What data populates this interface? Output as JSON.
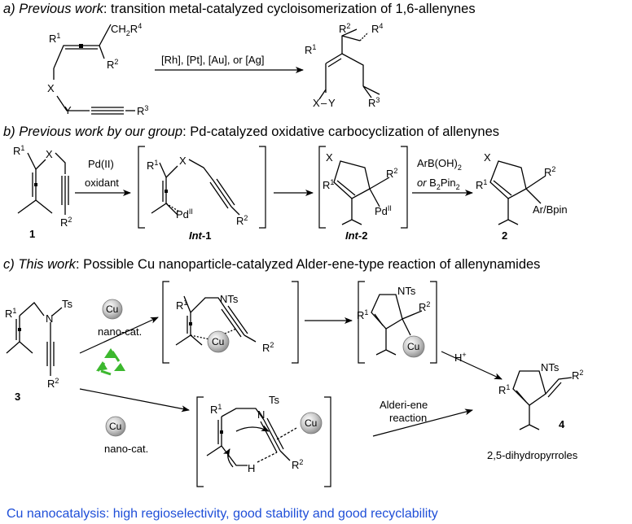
{
  "section_a": {
    "label": "a) ",
    "title_italic": "Previous work",
    "title_rest": ": transition metal-catalyzed cycloisomerization of 1,6-allenynes",
    "reagents": "[Rh], [Pt], [Au], or [Ag]",
    "sm": {
      "r1": "R",
      "r1s": "1",
      "ch2r4": "CH",
      "ch2r4_s1": "2",
      "ch2r4_r": "R",
      "ch2r4_s2": "4",
      "r2": "R",
      "r2s": "2",
      "x": "X",
      "y": "Y",
      "r3": "R",
      "r3s": "3"
    },
    "pd": {
      "r1": "R",
      "r1s": "1",
      "r2": "R",
      "r2s": "2",
      "r4": "R",
      "r4s": "4",
      "x": "X",
      "y": "Y",
      "r3": "R",
      "r3s": "3"
    }
  },
  "section_b": {
    "label": "b) ",
    "title_italic": "Previous work by our group",
    "title_rest": ": Pd-catalyzed oxidative carbocyclization of allenynes",
    "reagent_top": "Pd(II)",
    "reagent_bottom": "oxidant",
    "reagent2_top": "ArB(OH)",
    "reagent2_top_s": "2",
    "reagent2_bottom_or": "or",
    "reagent2_bottom": " B",
    "reagent2_bottom_s": "2",
    "reagent2_bottom_end": "Pin",
    "reagent2_bottom_end_s": "2",
    "cmpd1": "1",
    "int1": "Int",
    "int1_num": "-1",
    "int2": "Int",
    "int2_num": "-2",
    "cmpd2": "2",
    "x": "X",
    "r": "R",
    "s1": "1",
    "s2": "2",
    "pd": "Pd",
    "pd_ox": "II",
    "ar_bpin": "Ar/Bpin"
  },
  "section_c": {
    "label": "c) ",
    "title_italic": "This work",
    "title_rest": ": Possible Cu nanoparticle-catalyzed Alder-ene-type reaction of allenynamides",
    "cu": "Cu",
    "nano_top": "nano-cat.",
    "nano_bottom": "nano-cat.",
    "nts": "NTs",
    "n": "N",
    "ts": "Ts",
    "h": "H",
    "hplus": "H",
    "hplus_s": "+",
    "alder_line1": "Alderi-ene",
    "alder_line2": "reaction",
    "cmpd3": "3",
    "cmpd4": "4",
    "product_name": "2,5-dihydropyrroles",
    "recycle_color": "#3cb82e"
  },
  "footer": {
    "text": "Cu nanocatalysis: high regioselectivity, good stability and good recyclability",
    "color": "#1f4fd8"
  }
}
